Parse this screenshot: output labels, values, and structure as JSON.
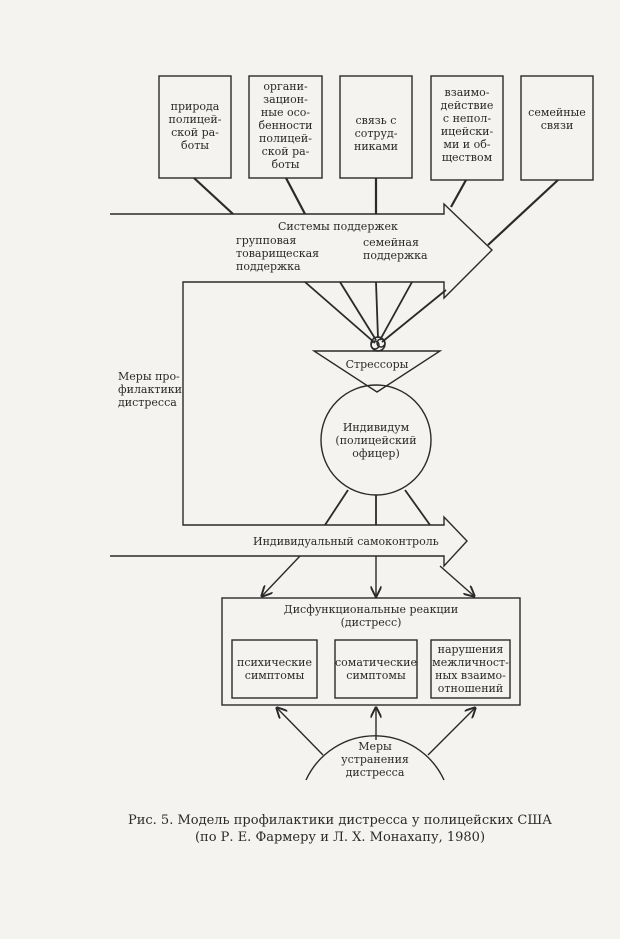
{
  "top_factors": [
    "природа\nполицей-\nской ра-\nботы",
    "органи-\nзацион-\nные осо-\nбенности\nполицей-\nской ра-\nботы",
    "связь с\nсотруд-\nниками",
    "взаимо-\nдействие\nс непол-\nицейски-\nми и об-\nществом",
    "семейные\nсвязи"
  ],
  "support_arrow": {
    "label": "Системы поддержек",
    "group_support": "групповая\nтоварищеская\nподдержка",
    "family_support": "семейная\nподдержка"
  },
  "prevention_label": "Меры про-\nфилактики\nдистресса",
  "stressors": "Стрессоры",
  "individual": "Индивидум\n(полицейский\nофицер)",
  "self_control_arrow": "Индивидуальный самоконтроль",
  "dysfunction": {
    "title": "Дисфункциональные реакции\n(дистресс)",
    "items": [
      "психические\nсимптомы",
      "соматические\nсимптомы",
      "нарушения\nмежличност-\nных взаимо-\nотношений"
    ]
  },
  "elimination": "Меры\nустранения\nдистресса",
  "caption": {
    "line1": "Рис. 5. Модель профилактики дистресса у полицейских США",
    "line2": "(по Р. Е. Фармеру и Л. Х. Монахапу, 1980)"
  }
}
